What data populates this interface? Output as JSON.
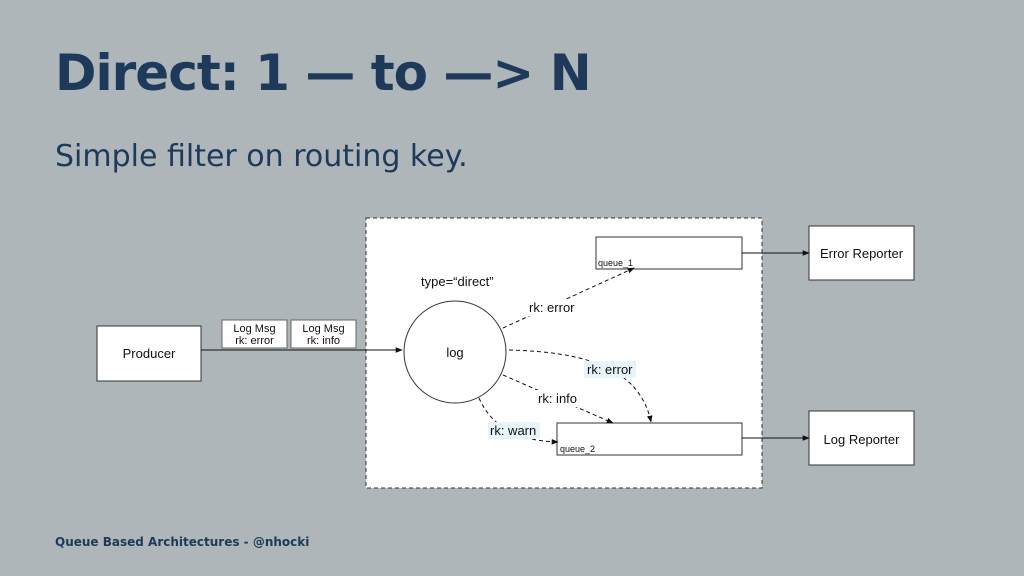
{
  "slide": {
    "title": "Direct: 1 — to —> N",
    "subtitle": "Simple filter on routing key.",
    "footer": "Queue Based Architectures - @nhocki"
  },
  "diagram": {
    "producer": "Producer",
    "messages": [
      {
        "line1": "Log Msg",
        "line2": "rk: error"
      },
      {
        "line1": "Log Msg",
        "line2": "rk: info"
      }
    ],
    "exchange": {
      "name": "log",
      "type_label": "type=“direct”"
    },
    "queues": {
      "queue_1": "queue_1",
      "queue_2": "queue_2"
    },
    "bindings": {
      "q1_error": "rk: error",
      "q2_error": "rk: error",
      "q2_info": "rk: info",
      "q2_warn": "rk: warn"
    },
    "consumers": {
      "error_reporter": "Error Reporter",
      "log_reporter": "Log Reporter"
    }
  },
  "colors": {
    "background": "#aeb6b9",
    "title": "#1e3a5a",
    "label_highlight": "#e8f4fb"
  }
}
